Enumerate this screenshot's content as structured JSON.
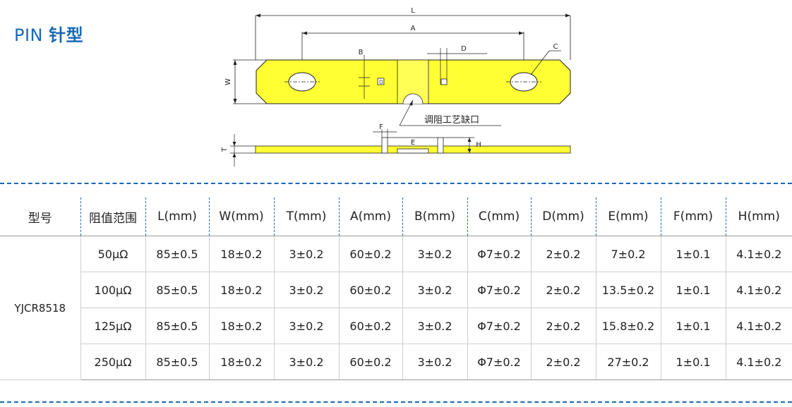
{
  "title": {
    "latin": "PIN",
    "cjk": "针型"
  },
  "drawing": {
    "labels": {
      "L": "L",
      "A": "A",
      "B": "B",
      "C": "C",
      "D": "D",
      "W": "W",
      "F": "F",
      "E": "E",
      "H": "H",
      "T": "T"
    },
    "notch_label": "调阻工艺缺口"
  },
  "table": {
    "headers": [
      "型号",
      "阻值范围",
      "L(mm)",
      "W(mm)",
      "T(mm)",
      "A(mm)",
      "B(mm)",
      "C(mm)",
      "D(mm)",
      "E(mm)",
      "F(mm)",
      "H(mm)"
    ],
    "model": "YJCR8518",
    "rows": [
      {
        "range": "50μΩ",
        "cells": [
          "85±0.5",
          "18±0.2",
          "3±0.2",
          "60±0.2",
          "3±0.2",
          "Φ7±0.2",
          "2±0.2",
          "7±0.2",
          "1±0.1",
          "4.1±0.2"
        ]
      },
      {
        "range": "100μΩ",
        "cells": [
          "85±0.5",
          "18±0.2",
          "3±0.2",
          "60±0.2",
          "3±0.2",
          "Φ7±0.2",
          "2±0.2",
          "13.5±0.2",
          "1±0.1",
          "4.1±0.2"
        ]
      },
      {
        "range": "125μΩ",
        "cells": [
          "85±0.5",
          "18±0.2",
          "3±0.2",
          "60±0.2",
          "3±0.2",
          "Φ7±0.2",
          "2±0.2",
          "15.8±0.2",
          "1±0.1",
          "4.1±0.2"
        ]
      },
      {
        "range": "250μΩ",
        "cells": [
          "85±0.5",
          "18±0.2",
          "3±0.2",
          "60±0.2",
          "3±0.2",
          "Φ7±0.2",
          "2±0.2",
          "27±0.2",
          "1±0.1",
          "4.1±0.2"
        ]
      }
    ]
  },
  "colors": {
    "accent": "#1a68b5",
    "body": "#ffff33",
    "outline": "#222222"
  }
}
